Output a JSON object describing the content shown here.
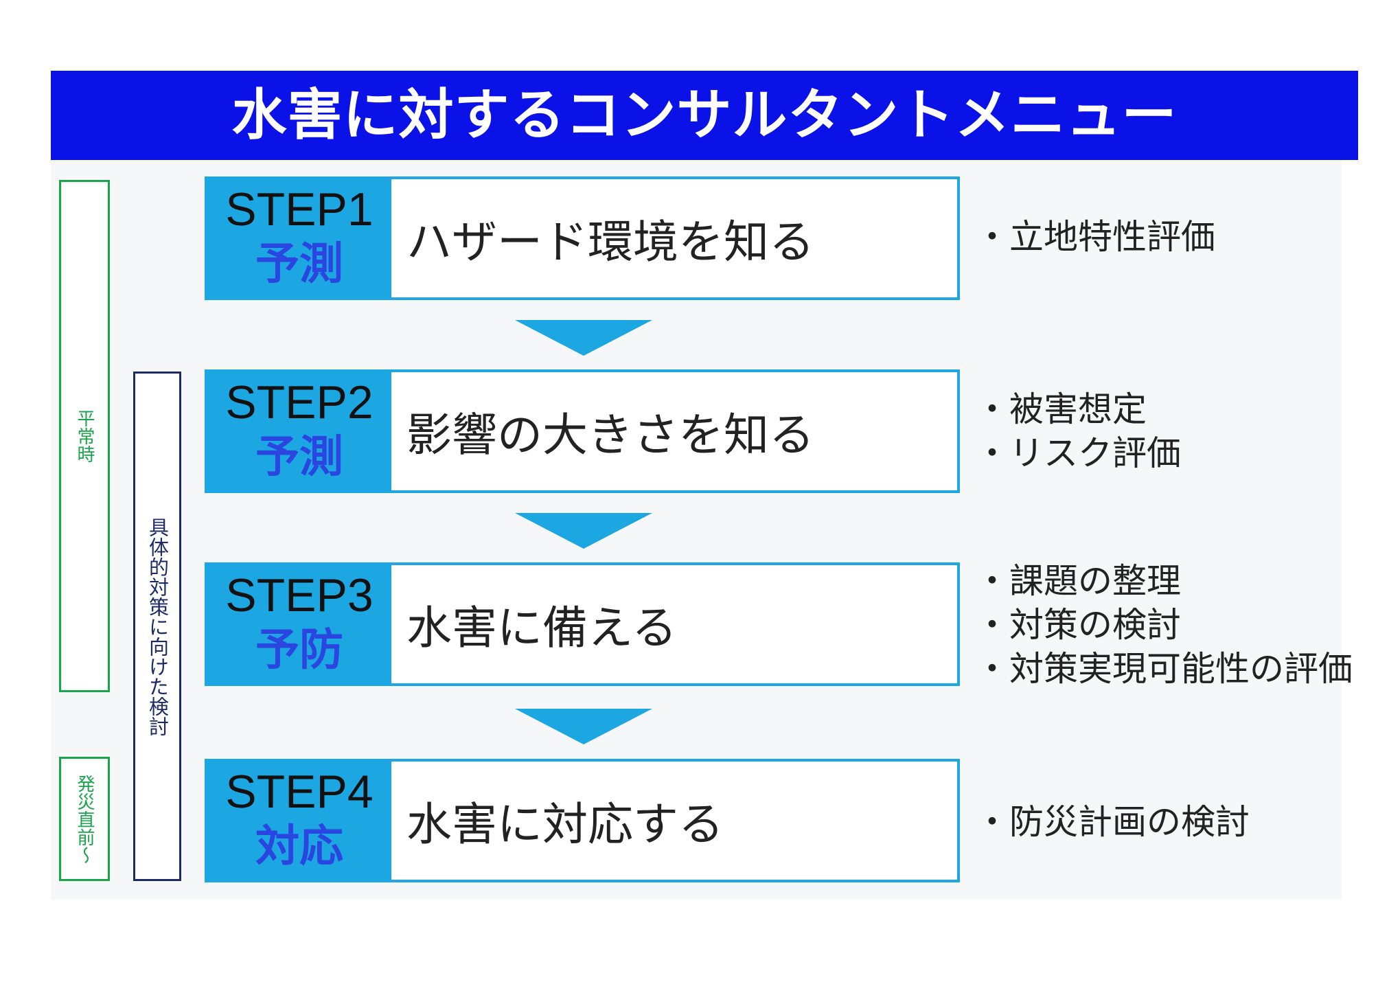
{
  "title": "水害に対するコンサルタントメニュー",
  "phases": {
    "normal": "平常時",
    "disaster": "発災直前〜"
  },
  "measure_label": "具体的対策に向けた検討",
  "steps": [
    {
      "num": "STEP1",
      "phase": "予測",
      "title": "ハザード環境を知る",
      "items": [
        "・立地特性評価"
      ]
    },
    {
      "num": "STEP2",
      "phase": "予測",
      "title": "影響の大きさを知る",
      "items": [
        "・被害想定",
        "・リスク評価"
      ]
    },
    {
      "num": "STEP3",
      "phase": "予防",
      "title": "水害に備える",
      "items": [
        "・課題の整理",
        "・対策の検討",
        "・対策実現可能性の評価"
      ]
    },
    {
      "num": "STEP4",
      "phase": "対応",
      "title": "水害に対応する",
      "items": [
        "・防災計画の検討"
      ]
    }
  ],
  "colors": {
    "title_bar": "#0a12e8",
    "step_accent": "#1ca6e2",
    "phase_text": "#2b46e0",
    "phase_box": "#1aa54a",
    "measure_box": "#1c2a66"
  }
}
